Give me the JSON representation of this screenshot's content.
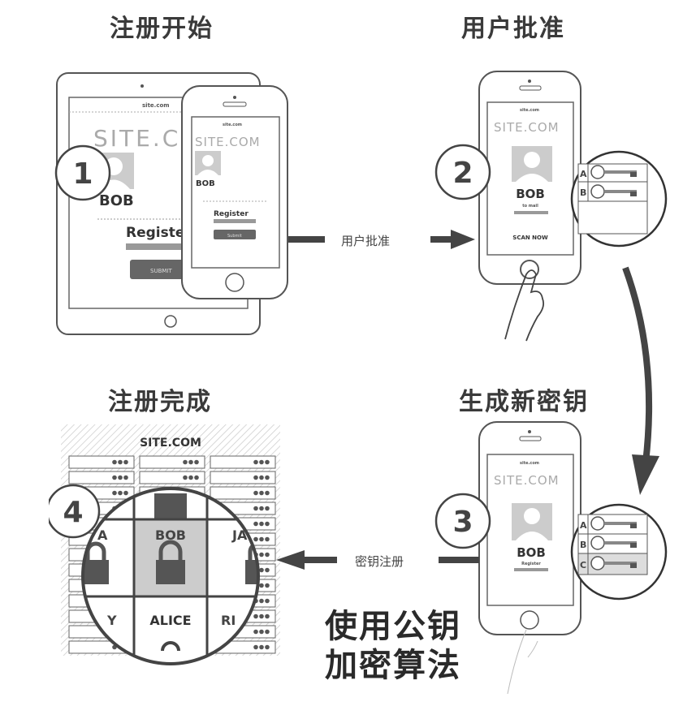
{
  "steps": [
    {
      "number": "1",
      "title": "注册开始"
    },
    {
      "number": "2",
      "title": "用户批准"
    },
    {
      "number": "3",
      "title": "生成新密钥"
    },
    {
      "number": "4",
      "title": "注册完成"
    }
  ],
  "flow_labels": {
    "step1_to_2": "用户批准",
    "step3_to_4": "密钥注册"
  },
  "note": {
    "line1": "使用公钥",
    "line2": "加密算法"
  },
  "device_screens": {
    "tablet": {
      "url": "site.com",
      "brand": "SITE.CO",
      "user": "BOB",
      "heading": "Registe",
      "button": "SUBMIT"
    },
    "phone1": {
      "url": "site.com",
      "brand": "SITE.COM",
      "user": "BOB",
      "heading": "Register",
      "button": "Submit"
    },
    "phone2": {
      "url": "site.com",
      "brand": "SITE.COM",
      "user": "BOB",
      "sub": "to mail",
      "action": "SCAN NOW"
    },
    "phone3": {
      "url": "site.com",
      "brand": "SITE.COM",
      "user": "BOB",
      "sub": "Register"
    }
  },
  "key_slots_step2": [
    "A",
    "B"
  ],
  "key_slots_step3": [
    "A",
    "B",
    "C"
  ],
  "server": {
    "brand": "SITE.COM",
    "users": [
      "BOB",
      "ALICE",
      "JA",
      "A",
      "Y",
      "RI"
    ]
  }
}
